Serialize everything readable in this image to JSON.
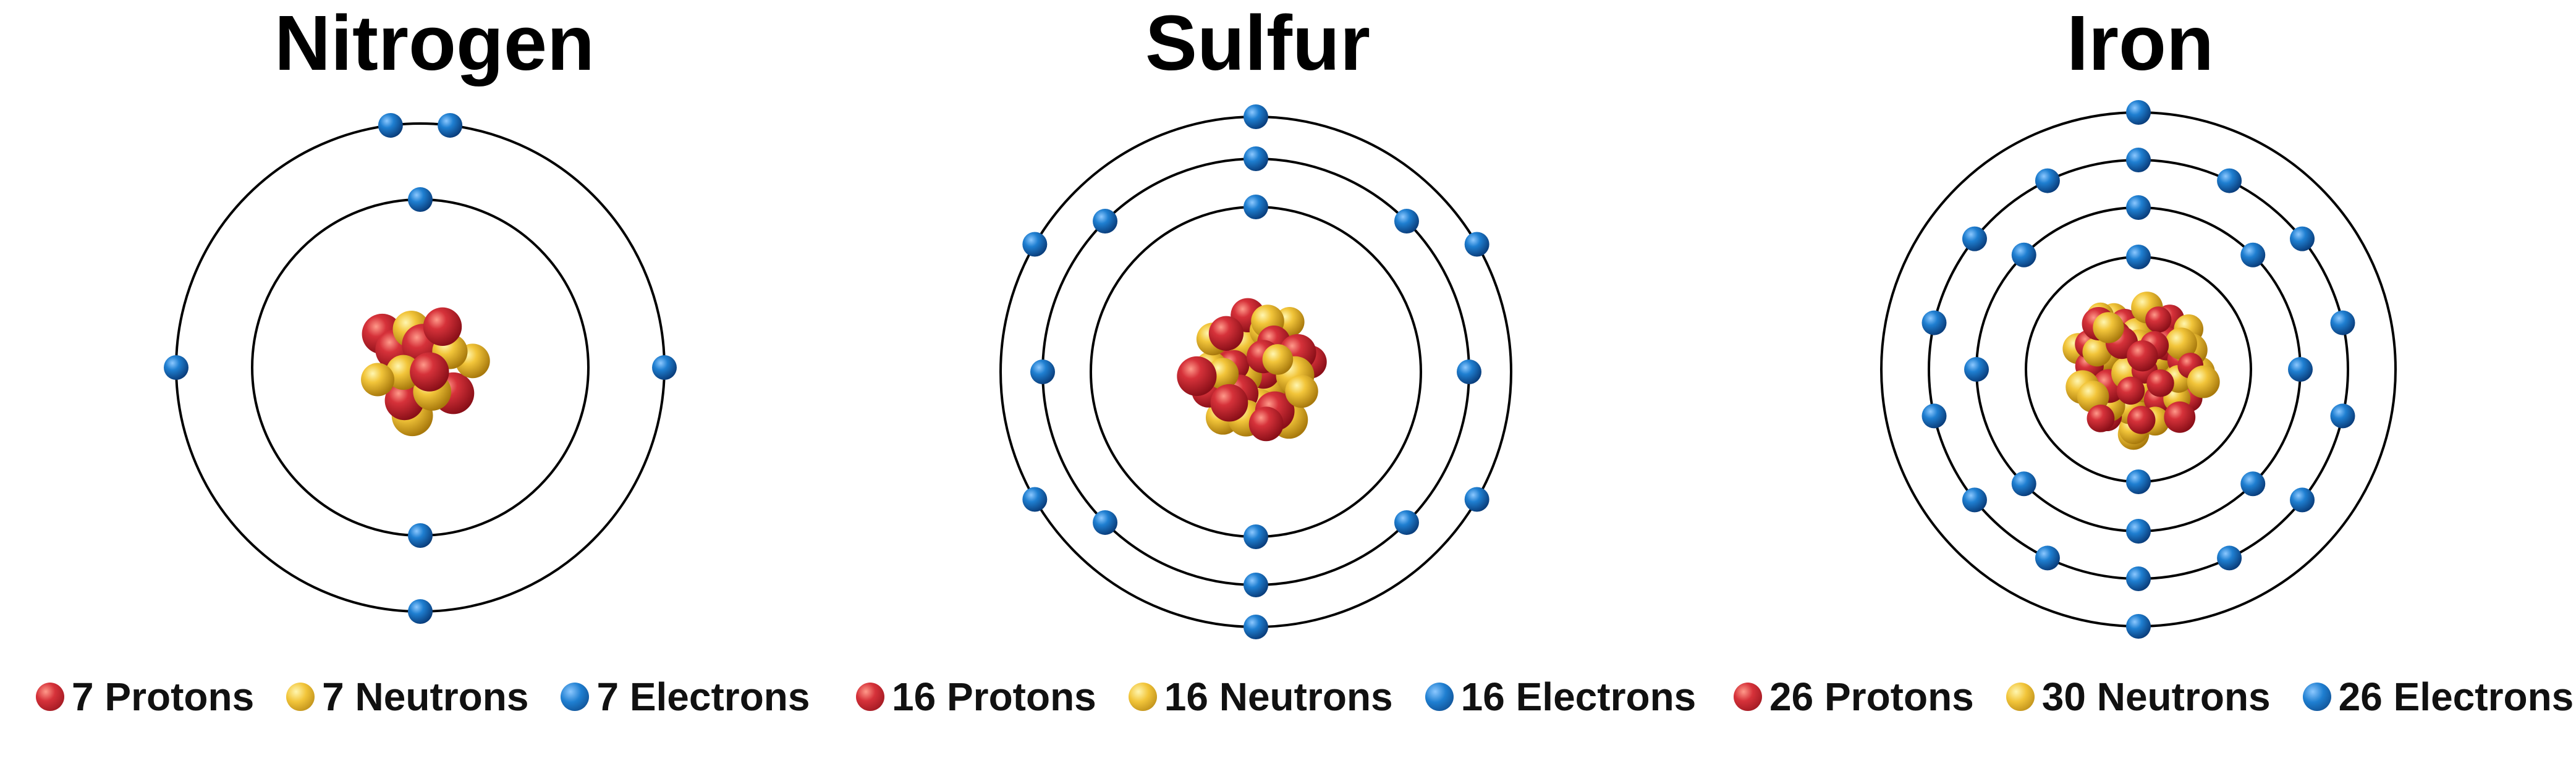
{
  "atoms": [
    {
      "name": "Nitrogen",
      "shells": [
        2,
        5
      ],
      "legend": {
        "protons": "7 Protons",
        "neutrons": "7 Neutrons",
        "electrons": "7 Electrons"
      }
    },
    {
      "name": "Sulfur",
      "shells": [
        2,
        8,
        6
      ],
      "legend": {
        "protons": "16 Protons",
        "neutrons": "16 Neutrons",
        "electrons": "16 Electrons"
      }
    },
    {
      "name": "Iron",
      "shells": [
        2,
        8,
        14,
        2
      ],
      "legend": {
        "protons": "26 Protons",
        "neutrons": "30 Neutrons",
        "electrons": "26 Electrons"
      }
    }
  ],
  "colors": {
    "proton": "#d6323a",
    "neutron": "#f2c53a",
    "electron": "#1f7fd1",
    "orbit": "#000000"
  }
}
